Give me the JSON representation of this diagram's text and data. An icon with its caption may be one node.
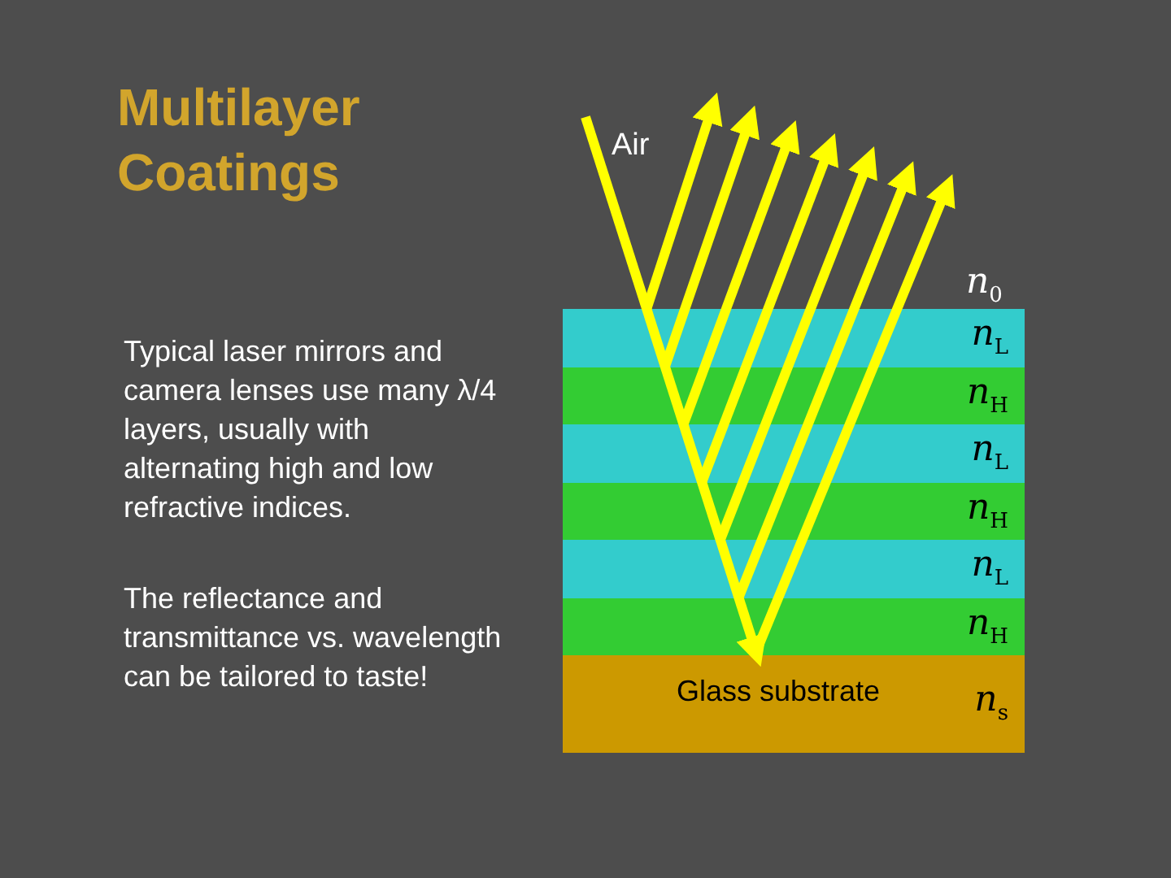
{
  "diagram": {
    "title": "Multilayer Coatings",
    "nodes": [
      {
        "text": [
          "*n*$_{L}$"
        ]
      },
      {
        "text": [
          "*n*$_{H}$"
        ]
      },
      {
        "text": [
          "*n*$_{L}$"
        ]
      },
      {
        "text": [
          "*n*$_{H}$"
        ]
      },
      {
        "text": [
          "*n*$_{L}$"
        ]
      },
      {
        "text": [
          "*n*$_{H}$"
        ]
      },
      {
        "text": [
          "Glass substrate",
          "*n*$_{s}$"
        ]
      }
    ],
    "edges": [
      {
        "from": null,
        "to": 6,
        "arrow": "to"
      },
      {
        "from": 0,
        "to": null,
        "arrow": "to"
      },
      {
        "from": 1,
        "to": null,
        "arrow": "to"
      },
      {
        "from": 2,
        "to": null,
        "arrow": "to"
      },
      {
        "from": 3,
        "to": null,
        "arrow": "to"
      },
      {
        "from": 4,
        "to": null,
        "arrow": "to"
      },
      {
        "from": 5,
        "to": null,
        "arrow": "to"
      },
      {
        "from": 6,
        "to": null,
        "arrow": "to"
      }
    ],
    "labels": [
      "Typical laser mirrors and camera lenses use many λ/4 layers, usually with alternating high and low refractive indices.",
      "The reflectance and transmittance vs. wavelength can be tailored to taste!",
      "Air",
      "*n*$_{0}$"
    ]
  }
}
